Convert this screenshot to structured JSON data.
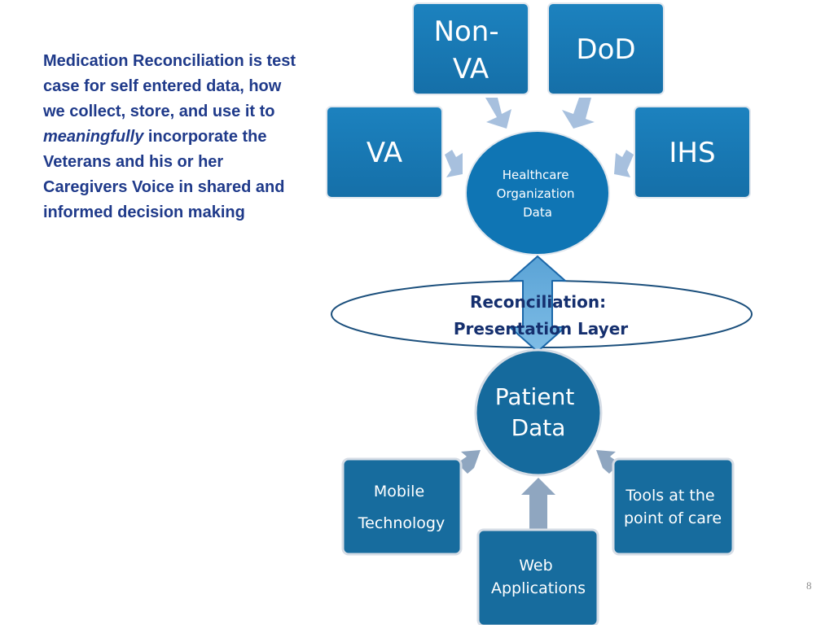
{
  "intro": {
    "part1": "Medication Reconciliation is test case for self entered data, how we collect, store, and use it to",
    "emphasis": "meaningfully",
    "part2": "incorporate the Veterans and his or her Caregivers Voice in shared and informed decision making"
  },
  "sources": [
    {
      "id": "non-va",
      "lines": [
        "Non-",
        "VA"
      ]
    },
    {
      "id": "dod",
      "lines": [
        "DoD"
      ]
    },
    {
      "id": "va",
      "lines": [
        "VA"
      ]
    },
    {
      "id": "ihs",
      "lines": [
        "IHS"
      ]
    }
  ],
  "healthcare_hub": {
    "lines": [
      "Healthcare",
      "Organization",
      "Data"
    ]
  },
  "reconciliation": {
    "lines": [
      "Reconciliation:",
      "Presentation Layer"
    ]
  },
  "patient_hub": {
    "lines": [
      "Patient",
      "Data"
    ]
  },
  "inputs": [
    {
      "id": "mobile-technology",
      "lines": [
        "Mobile",
        "Technology"
      ]
    },
    {
      "id": "web-applications",
      "lines": [
        "Web",
        "Applications"
      ]
    },
    {
      "id": "tools-point-of-care",
      "lines": [
        "Tools at the",
        "point of care"
      ]
    }
  ],
  "slide_number": "8",
  "colors": {
    "box": "#1a7ab6",
    "box_border": "#e1e7ee",
    "hub": "#0f75b4",
    "patient_hub": "#156a9d",
    "patient_box": "#176c9e",
    "top_arrow": "#a7c0de",
    "bottom_arrow": "#8fa6c0",
    "double_arrow_fill": "#69addc",
    "double_arrow_stroke": "#1a66a8",
    "ellipse_stroke": "#1b4f7c",
    "label": "#152f6e",
    "text_dark": "#1f3a8a"
  }
}
